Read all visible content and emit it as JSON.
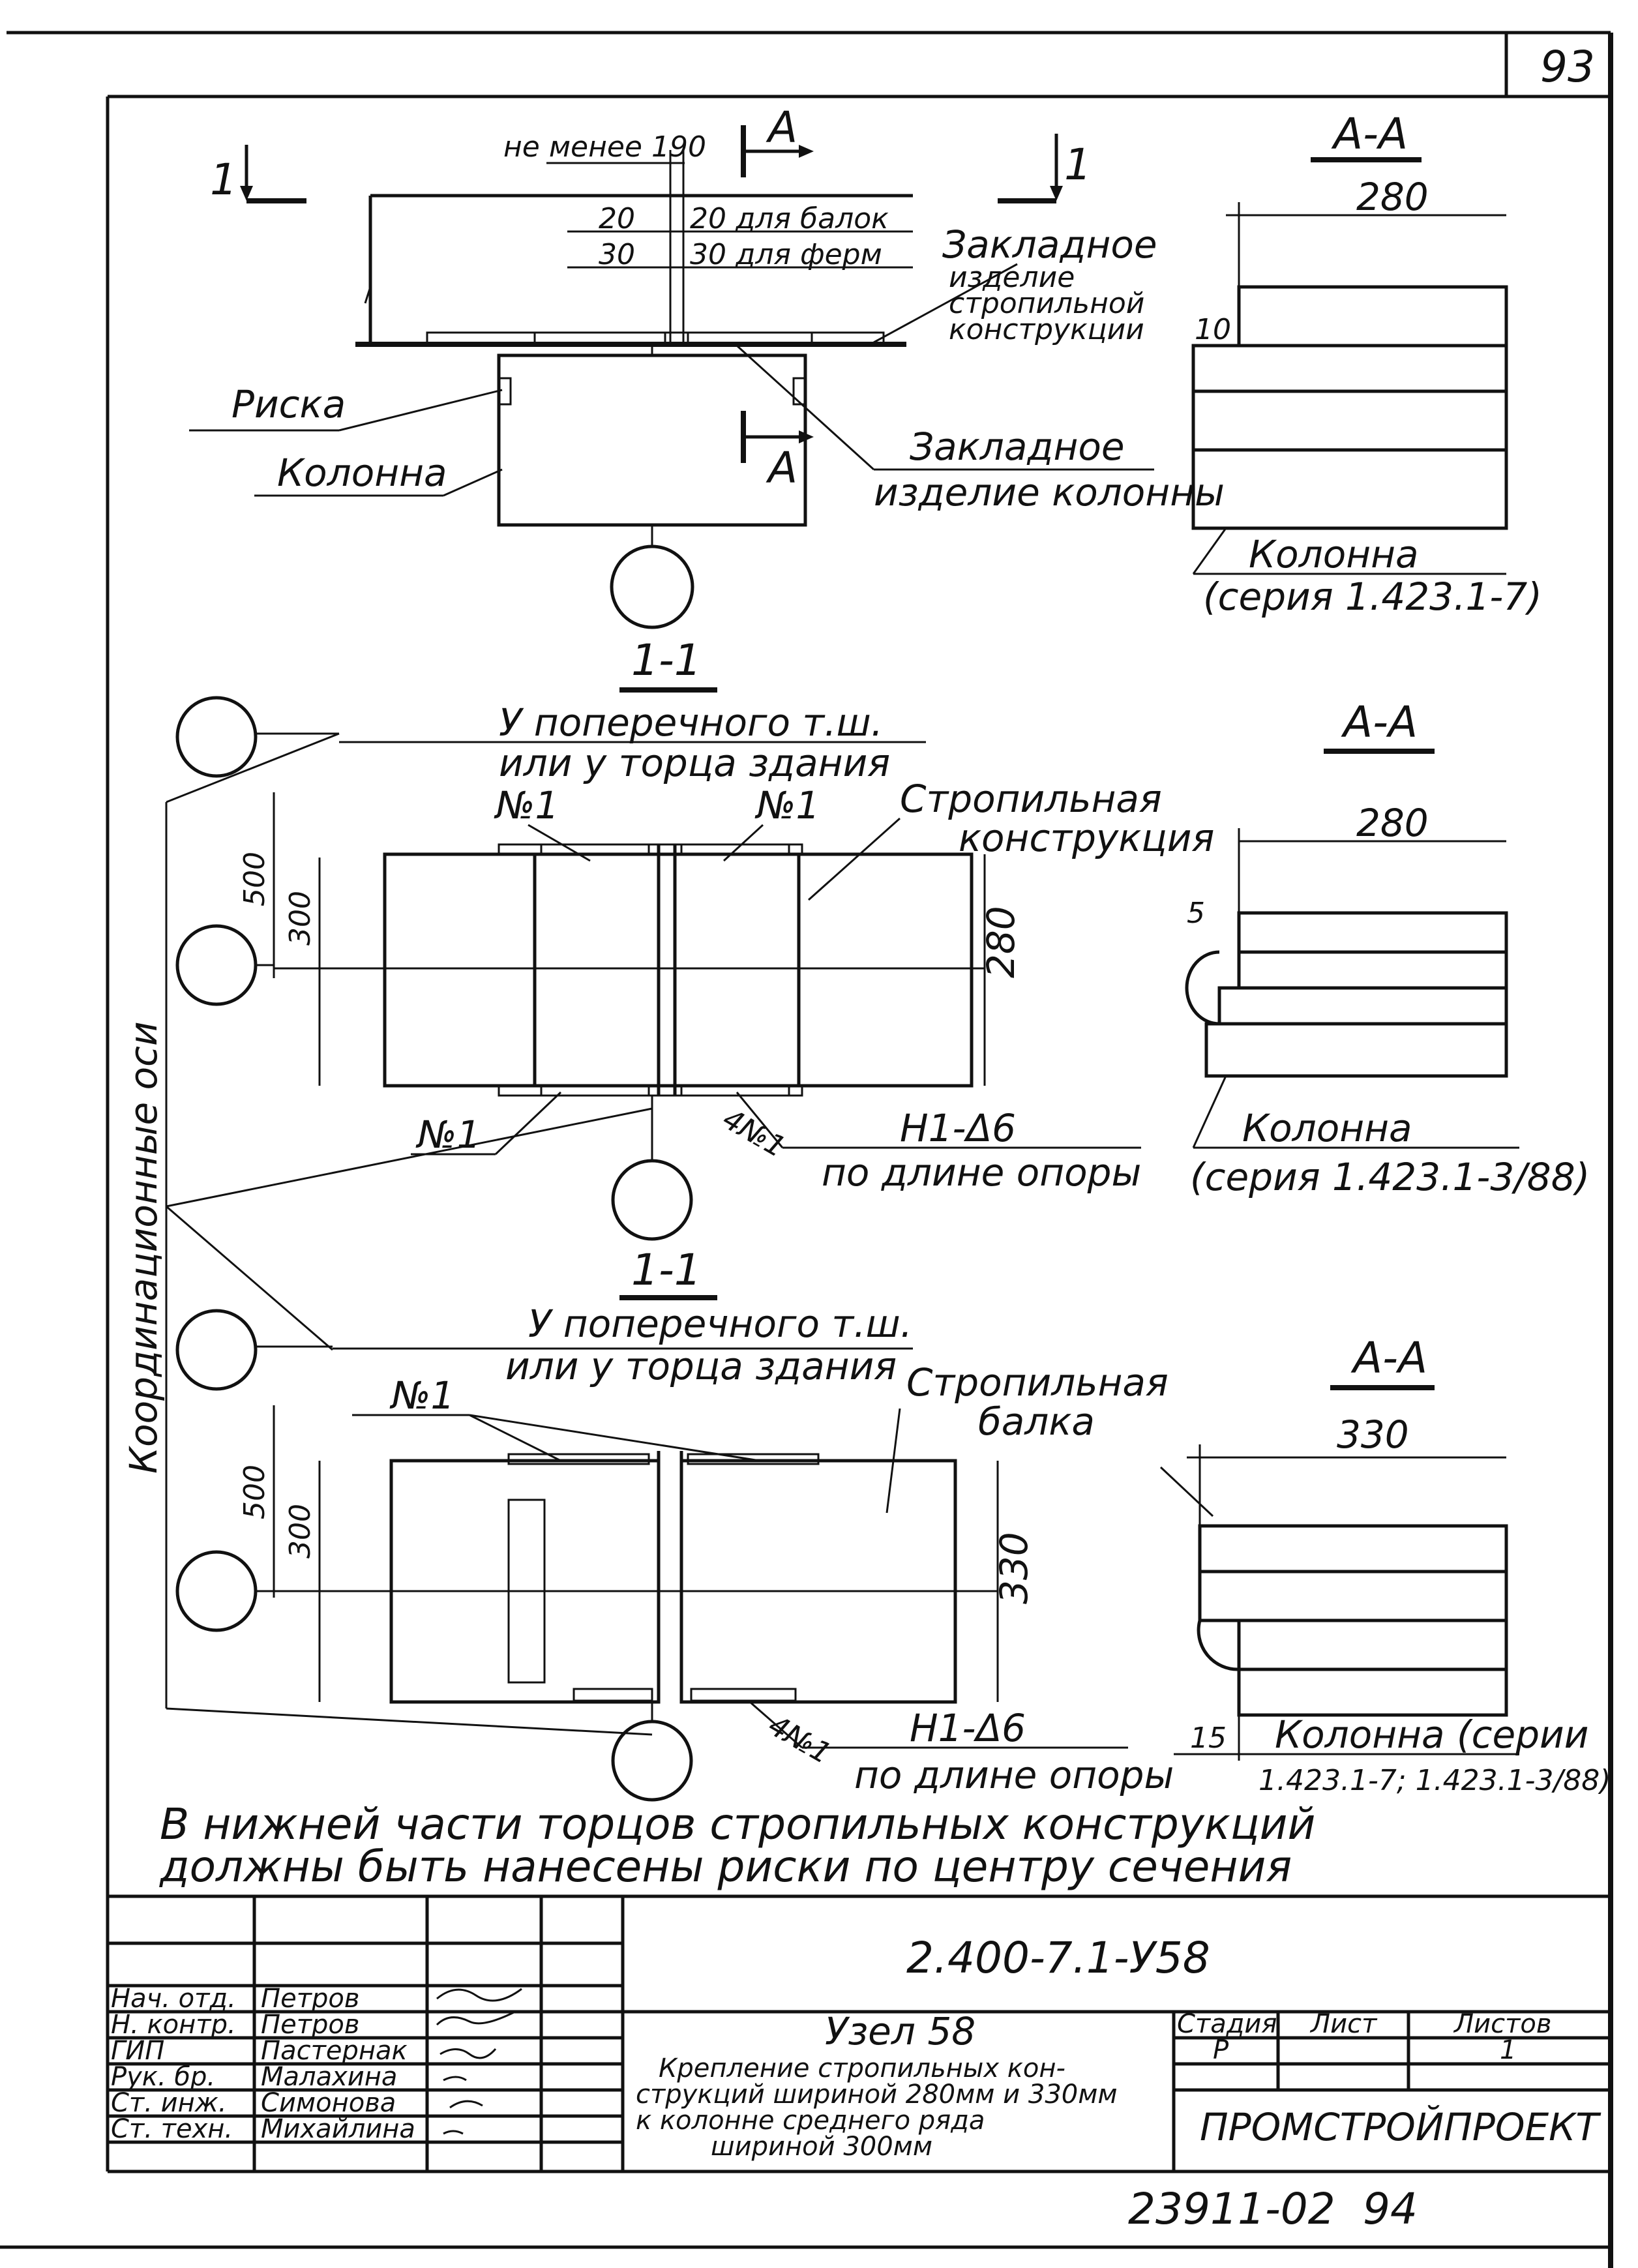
{
  "page_number": "93",
  "view_marks": {
    "section_1_left": "1",
    "section_1_right": "1",
    "section_a_top": "А",
    "section_a_bottom": "А"
  },
  "top_view": {
    "dim_min": "не менее 190",
    "dim_20_left": "20",
    "dim_20_right": "20 для балок",
    "dim_30_left": "30",
    "dim_30_right": "30 для ферм",
    "label_embedded_truss_1": "Закладное",
    "label_embedded_truss_2": "изделие",
    "label_embedded_truss_3": "стропильной",
    "label_embedded_truss_4": "конструкции",
    "label_risk": "Риска",
    "label_column": "Колонна",
    "label_embedded_col_1": "Закладное",
    "label_embedded_col_2": "изделие колонны"
  },
  "section_aa_1": {
    "title": "А-А",
    "dim_width": "280",
    "dim_10": "10",
    "label_column": "Колонна",
    "label_series": "(серия 1.423.1-7)"
  },
  "section_11_1": {
    "title": "1-1",
    "note_1": "У поперечного т.ш.",
    "note_2": "или у торца здания",
    "mark_n1_top_left": "№1",
    "mark_n1_top_right": "№1",
    "label_truss_1": "Стропильная",
    "label_truss_2": "конструкция",
    "dim_500": "500",
    "dim_300": "300",
    "dim_280": "280",
    "mark_n1_bottom": "№1",
    "mark_4n1": "4№1",
    "weld": "Н1-Δ6",
    "weld_note": "по длине опоры"
  },
  "section_aa_2": {
    "title": "А-А",
    "dim_width": "280",
    "dim_5": "5",
    "label_column": "Колонна",
    "label_series": "(серия 1.423.1-3/88)"
  },
  "side_axis_label": "Координационные оси",
  "section_11_2": {
    "title": "1-1",
    "note_1": "У поперечного т.ш.",
    "note_2": "или у торца здания",
    "mark_n1": "№1",
    "label_beam_1": "Стропильная",
    "label_beam_2": "балка",
    "dim_500": "500",
    "dim_300": "300",
    "dim_330": "330",
    "mark_4n1": "4№1",
    "weld": "Н1-Δ6",
    "weld_note": "по длине опоры"
  },
  "section_aa_3": {
    "title": "А-А",
    "dim_width": "330",
    "dim_15": "15",
    "label_column": "Колонна (серии",
    "label_series": "1.423.1-7; 1.423.1-3/88)"
  },
  "bottom_note": {
    "line_1": "В нижней части торцов стропильных конструкций",
    "line_2": "должны быть нанесены риски по центру сечения"
  },
  "title_block": {
    "doc_code": "2.400-7.1-У58",
    "node": "Узел 58",
    "desc_1": "Крепление стропильных кон-",
    "desc_2": "струкций шириной 280мм и 330мм",
    "desc_3": "к колонне среднего ряда",
    "desc_4": "шириной 300мм",
    "stage_header": "Стадия",
    "sheet_header": "Лист",
    "sheets_header": "Листов",
    "stage_value": "Р",
    "sheets_value": "1",
    "org": "ПРОМСТРОЙПРОЕКТ",
    "roles": [
      "Нач. отд.",
      "Н. контр.",
      "ГИП",
      "Рук. бр.",
      "Ст. инж.",
      "Ст. техн."
    ],
    "names": [
      "Петров",
      "Петров",
      "Пастернак",
      "Малахина",
      "Симонова",
      "Михайлина"
    ]
  },
  "inventory": "23911-02",
  "inventory_page": "94"
}
